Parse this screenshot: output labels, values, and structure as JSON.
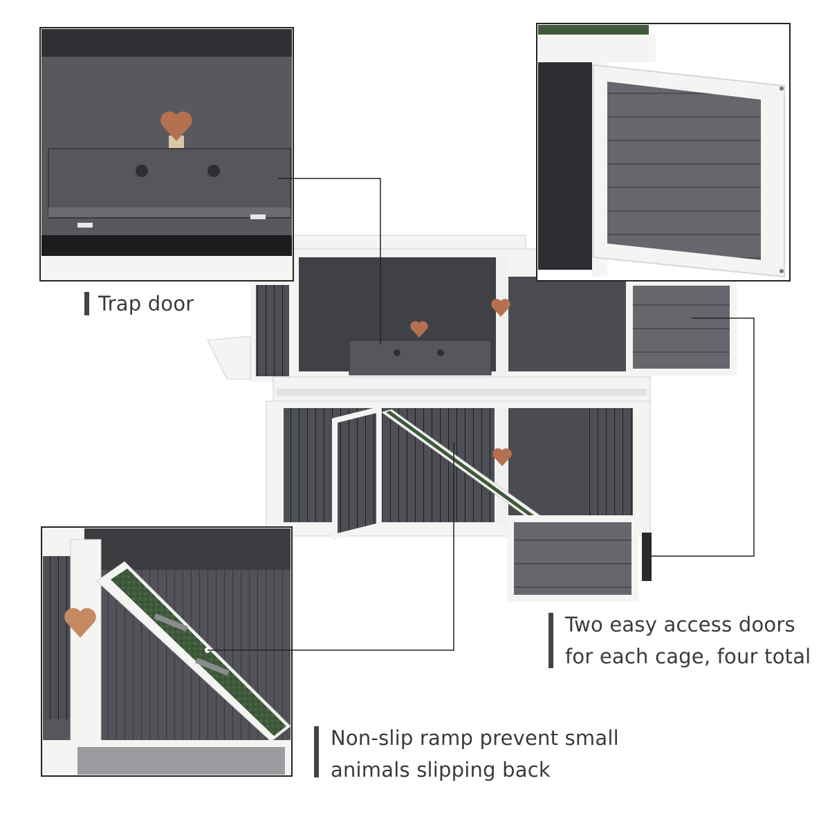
{
  "captions": {
    "trap_door": "Trap door",
    "access_doors": {
      "line1": "Two easy access doors",
      "line2": "for each cage, four total"
    },
    "ramp": {
      "line1": "Non-slip ramp prevent small",
      "line2": "animals slipping back"
    }
  },
  "colors": {
    "panel_gray": "#5f6166",
    "frame_white": "#f4f4f2",
    "heart_brown": "#b5714f",
    "ramp_green": "#3f5a3a",
    "caption_text": "#3a3a3a"
  }
}
